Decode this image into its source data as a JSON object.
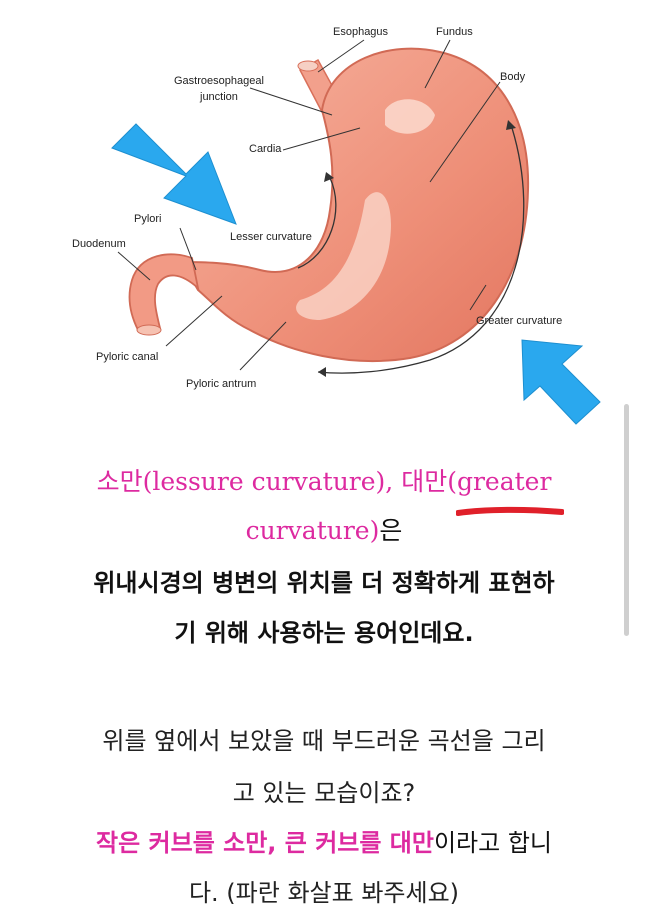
{
  "diagram": {
    "labels": {
      "esophagus": "Esophagus",
      "fundus": "Fundus",
      "gej_line1": "Gastroesophageal",
      "gej_line2": "junction",
      "body": "Body",
      "cardia": "Cardia",
      "pylorus": "Pylori",
      "lesser": "Lesser curvature",
      "duodenum": "Duodenum",
      "greater": "Greater curvature",
      "pyloric_canal": "Pyloric canal",
      "pyloric_antrum": "Pyloric antrum"
    }
  },
  "content": {
    "l1_pink1": "소만(lessure curvature), 대만(",
    "l1_pink2": "greater",
    "l2_pink": "curvature)",
    "l2_rest": "은",
    "l3": "위내시경의 병변의 위치를 더 정확하게 표현하",
    "l4": "기 위해 사용하는 용어인데요.",
    "l5": "위를 옆에서 보았을 때 부드러운 곡선을 그리",
    "l6": "고 있는 모습이죠?",
    "l7_pink": "작은 커브를 소만, 큰 커브를 대만",
    "l7_rest": "이라고 합니",
    "l8": "다. (파란 화살표 봐주세요)"
  },
  "colors": {
    "accent_pink": "#dd2aa0",
    "underline_red": "#e0202a",
    "arrow_blue": "#2aa8ee",
    "stomach": "#f0957f"
  }
}
